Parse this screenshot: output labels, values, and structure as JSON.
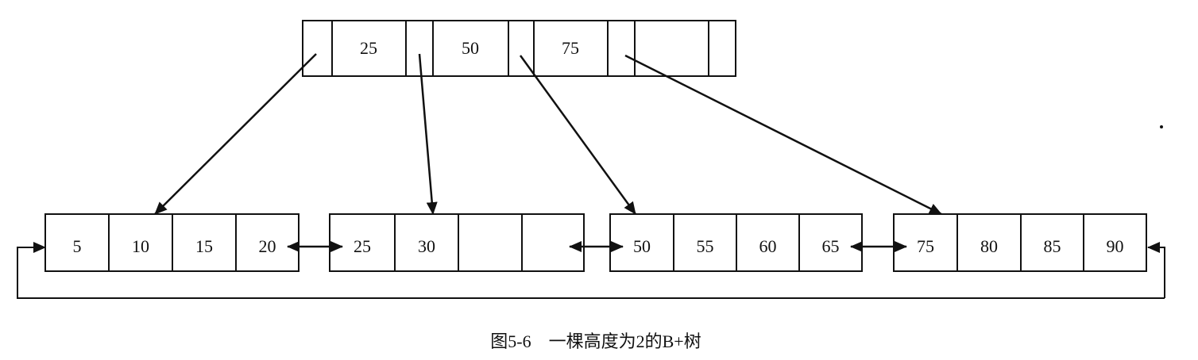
{
  "root": {
    "keys": [
      "25",
      "50",
      "75",
      ""
    ]
  },
  "leaves": [
    {
      "keys": [
        "5",
        "10",
        "15",
        "20"
      ]
    },
    {
      "keys": [
        "25",
        "30",
        "",
        ""
      ]
    },
    {
      "keys": [
        "50",
        "55",
        "60",
        "65"
      ]
    },
    {
      "keys": [
        "75",
        "80",
        "85",
        "90"
      ]
    }
  ],
  "caption": "图5-6　一棵高度为2的B+树",
  "colors": {
    "stroke": "#111111",
    "background": "#ffffff"
  }
}
